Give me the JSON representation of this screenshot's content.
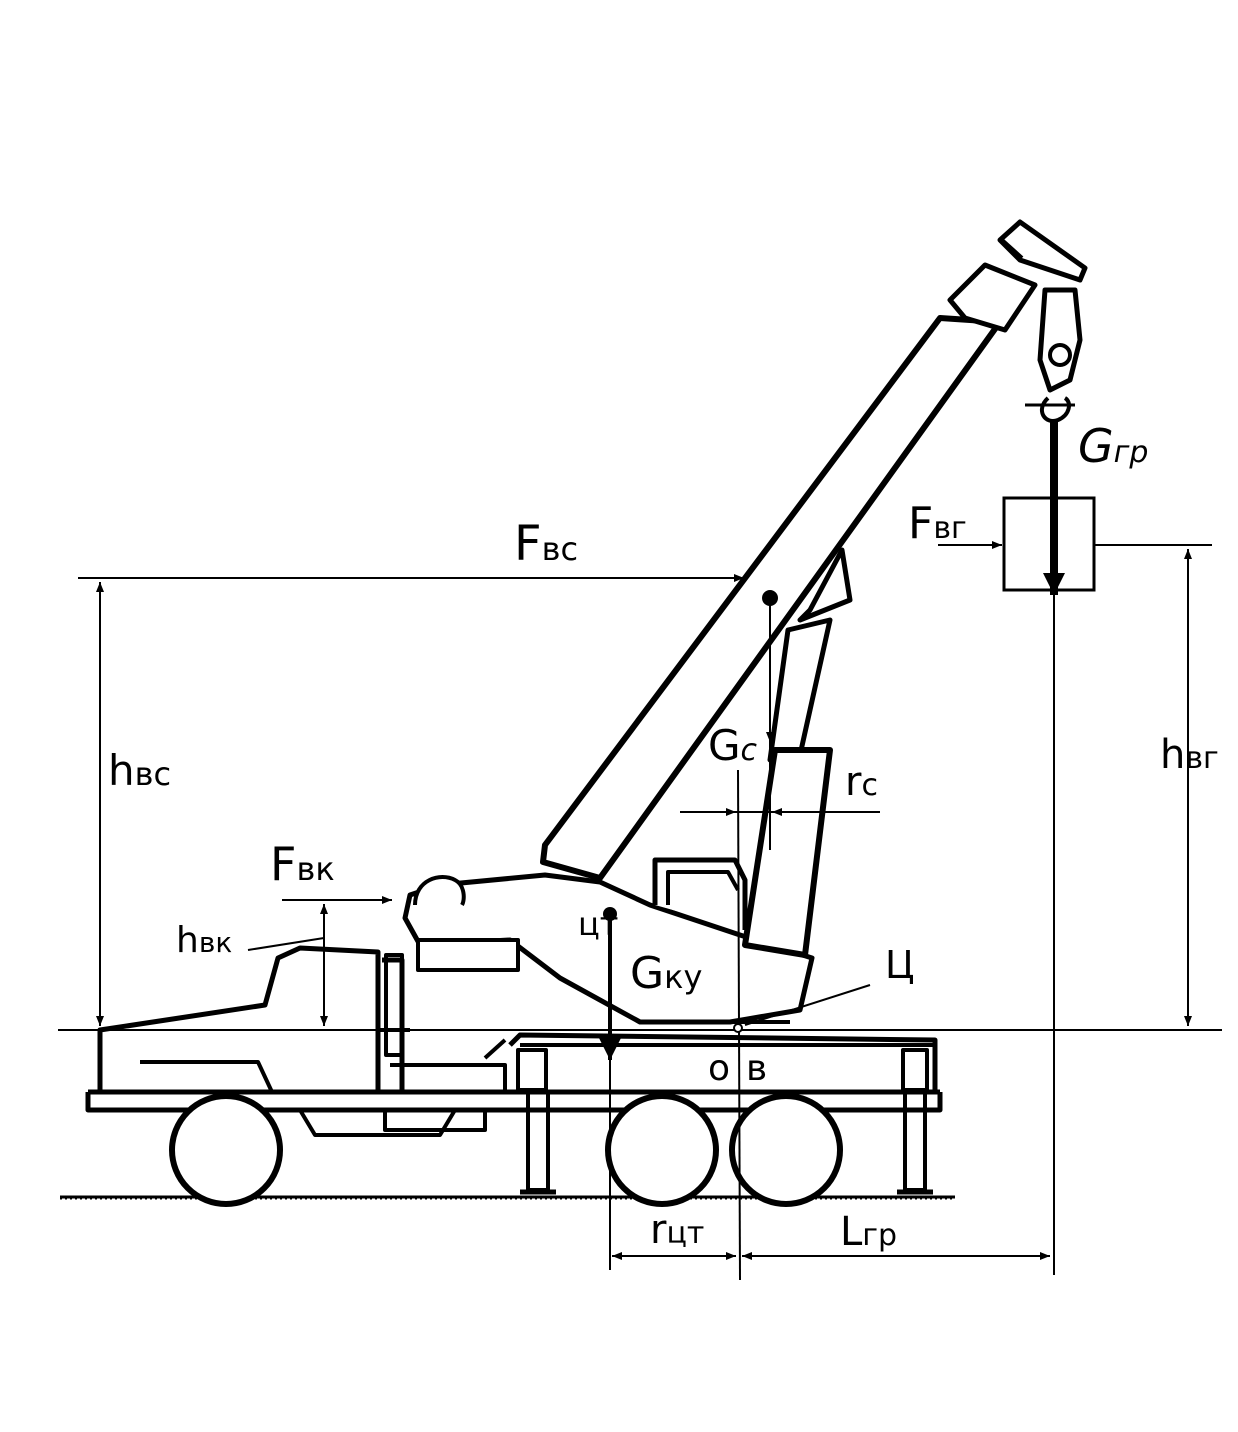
{
  "colors": {
    "ink": "#000000",
    "paper": "#ffffff"
  },
  "labels": {
    "g_gr": {
      "main": "G",
      "sub": "гр"
    },
    "f_vg": {
      "main": "F",
      "sub": "вг"
    },
    "f_vs": {
      "main": "F",
      "sub": "вс"
    },
    "h_vs": {
      "main": "h",
      "sub": "вс"
    },
    "h_vg": {
      "main": "h",
      "sub": "вг"
    },
    "g_s": {
      "main": "G",
      "sub": "с"
    },
    "r_s": {
      "main": "r",
      "sub": "с"
    },
    "f_vk": {
      "main": "F",
      "sub": "вк"
    },
    "h_vk": {
      "main": "h",
      "sub": "вк"
    },
    "c_t": "цт",
    "g_ku": {
      "main": "G",
      "sub": "ку"
    },
    "c": "Ц",
    "o": "о",
    "v": "в",
    "r_ct": {
      "main": "r",
      "sub": "цт"
    },
    "l_gr": {
      "main": "L",
      "sub": "гр"
    }
  }
}
